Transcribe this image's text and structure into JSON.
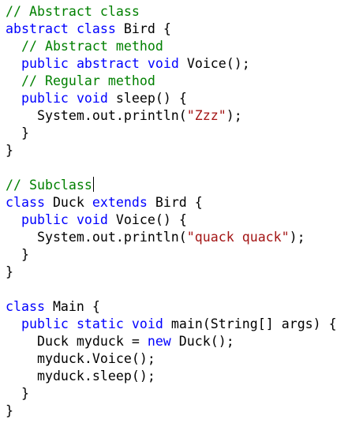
{
  "editor": {
    "colors": {
      "default": "#000000",
      "keyword": "#0000ff",
      "comment": "#008000",
      "string": "#a31515",
      "background": "#ffffff"
    },
    "caret_line": 10,
    "lines": [
      [
        {
          "t": "// Abstract class",
          "k": "comment"
        }
      ],
      [
        {
          "t": "abstract",
          "k": "keyword"
        },
        {
          "t": " "
        },
        {
          "t": "class",
          "k": "keyword"
        },
        {
          "t": " Bird {"
        }
      ],
      [
        {
          "t": "  "
        },
        {
          "t": "// Abstract method",
          "k": "comment"
        }
      ],
      [
        {
          "t": "  "
        },
        {
          "t": "public",
          "k": "keyword"
        },
        {
          "t": " "
        },
        {
          "t": "abstract",
          "k": "keyword"
        },
        {
          "t": " "
        },
        {
          "t": "void",
          "k": "keyword"
        },
        {
          "t": " Voice();"
        }
      ],
      [
        {
          "t": "  "
        },
        {
          "t": "// Regular method",
          "k": "comment"
        }
      ],
      [
        {
          "t": "  "
        },
        {
          "t": "public",
          "k": "keyword"
        },
        {
          "t": " "
        },
        {
          "t": "void",
          "k": "keyword"
        },
        {
          "t": " sleep() {"
        }
      ],
      [
        {
          "t": "    System.out.println("
        },
        {
          "t": "\"Zzz\"",
          "k": "string"
        },
        {
          "t": ");"
        }
      ],
      [
        {
          "t": "  }"
        }
      ],
      [
        {
          "t": "}"
        }
      ],
      [],
      [
        {
          "t": "// Subclass",
          "k": "comment"
        }
      ],
      [
        {
          "t": "class",
          "k": "keyword"
        },
        {
          "t": " Duck "
        },
        {
          "t": "extends",
          "k": "keyword"
        },
        {
          "t": " Bird {"
        }
      ],
      [
        {
          "t": "  "
        },
        {
          "t": "public",
          "k": "keyword"
        },
        {
          "t": " "
        },
        {
          "t": "void",
          "k": "keyword"
        },
        {
          "t": " Voice() {"
        }
      ],
      [
        {
          "t": "    System.out.println("
        },
        {
          "t": "\"quack quack\"",
          "k": "string"
        },
        {
          "t": ");"
        }
      ],
      [
        {
          "t": "  }"
        }
      ],
      [
        {
          "t": "}"
        }
      ],
      [],
      [
        {
          "t": "class",
          "k": "keyword"
        },
        {
          "t": " Main {"
        }
      ],
      [
        {
          "t": "  "
        },
        {
          "t": "public",
          "k": "keyword"
        },
        {
          "t": " "
        },
        {
          "t": "static",
          "k": "keyword"
        },
        {
          "t": " "
        },
        {
          "t": "void",
          "k": "keyword"
        },
        {
          "t": " main(String[] args) {"
        }
      ],
      [
        {
          "t": "    Duck myduck = "
        },
        {
          "t": "new",
          "k": "keyword"
        },
        {
          "t": " Duck();"
        }
      ],
      [
        {
          "t": "    myduck.Voice();"
        }
      ],
      [
        {
          "t": "    myduck.sleep();"
        }
      ],
      [
        {
          "t": "  }"
        }
      ],
      [
        {
          "t": "}"
        }
      ]
    ]
  }
}
